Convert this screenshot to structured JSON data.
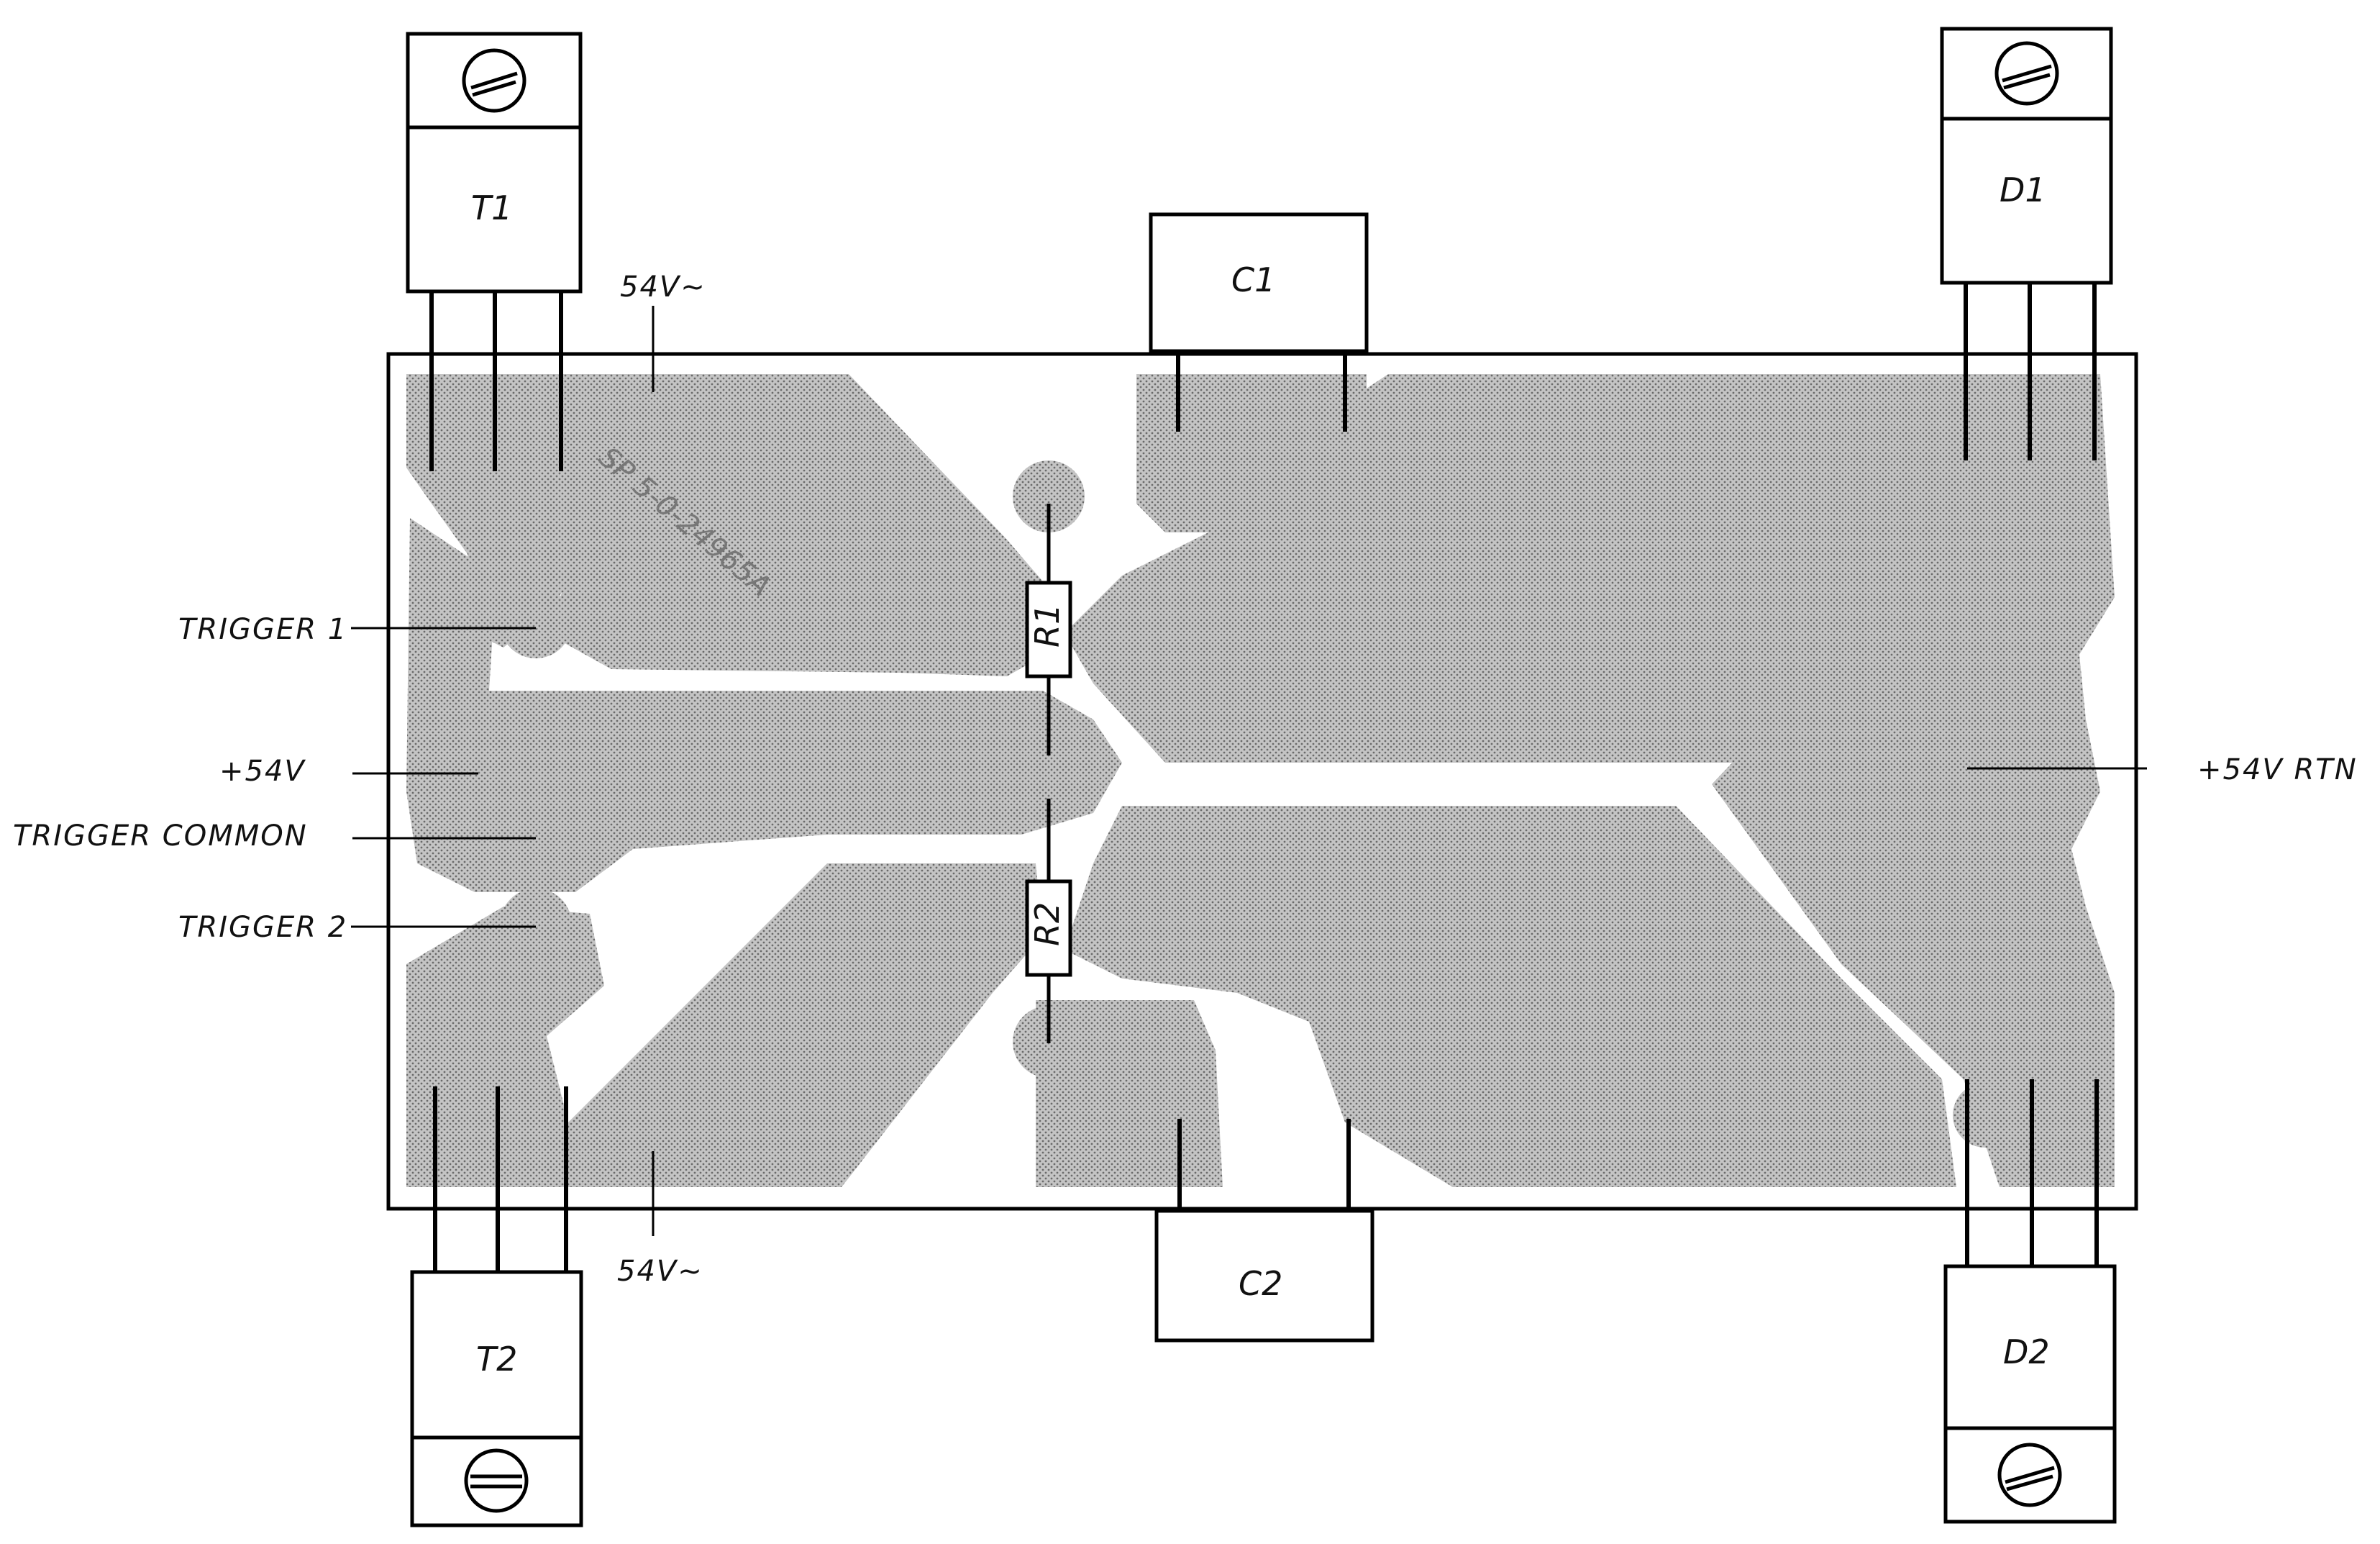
{
  "diagram": {
    "board_marking": "SP 5-0-24965A",
    "labels": {
      "trigger_1": "TRIGGER 1",
      "plus_54v": "+54V",
      "trigger_common": "TRIGGER COMMON",
      "trigger_2": "TRIGGER 2",
      "plus_54v_rtn": "+54V RTN",
      "ac_top": "54V~",
      "ac_bottom": "54V~"
    },
    "components": {
      "t1": "T1",
      "t2": "T2",
      "d1": "D1",
      "d2": "D2",
      "c1": "C1",
      "c2": "C2",
      "r1": "R1",
      "r2": "R2"
    }
  }
}
